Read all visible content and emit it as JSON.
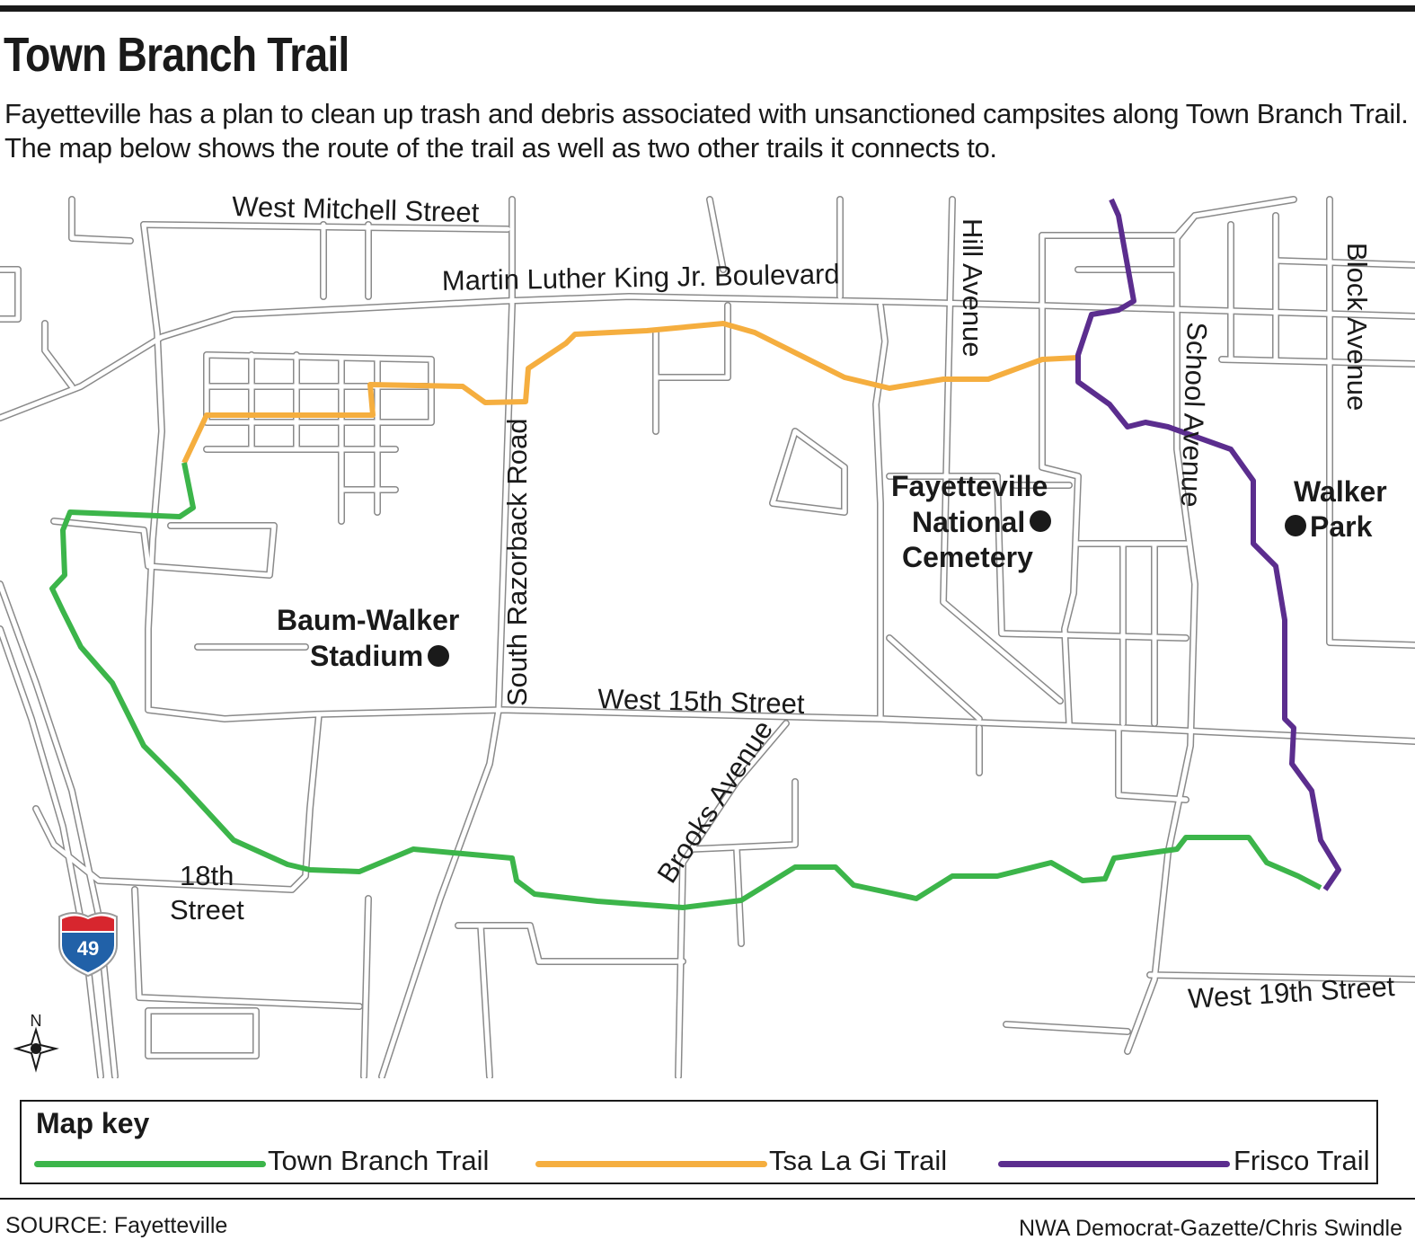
{
  "header": {
    "title": "Town Branch Trail",
    "subtitle": "Fayetteville has a plan to clean up trash and debris associated with unsanctioned campsites along Town Branch Trail. The map below shows the route of the trail as well as two other trails it connects to."
  },
  "map": {
    "streets": {
      "west_mitchell": "West Mitchell Street",
      "mlk": "Martin Luther King Jr. Boulevard",
      "hill": "Hill Avenue",
      "block": "Block Avenue",
      "school": "School Avenue",
      "razorback": "South Razorback Road",
      "west_15th": "West 15th Street",
      "brooks": "Brooks Avenue",
      "street_18th_line1": "18th",
      "street_18th_line2": "Street",
      "west_19th": "West 19th Street"
    },
    "places": {
      "stadium_line1": "Baum-Walker",
      "stadium_line2": "Stadium",
      "cemetery_line1": "Fayetteville",
      "cemetery_line2": "National",
      "cemetery_line3": "Cemetery",
      "park_line1": "Walker",
      "park_line2": "Park"
    },
    "interstate_shield": "49",
    "compass_letter": "N"
  },
  "legend": {
    "title": "Map key",
    "items": [
      {
        "label": "Town Branch Trail",
        "color": "#3cb54a"
      },
      {
        "label": "Tsa La Gi Trail",
        "color": "#f5ae3f"
      },
      {
        "label": "Frisco Trail",
        "color": "#5b2d8e"
      }
    ]
  },
  "footer": {
    "source": "SOURCE: Fayetteville",
    "credit": "NWA Democrat-Gazette/Chris Swindle"
  }
}
